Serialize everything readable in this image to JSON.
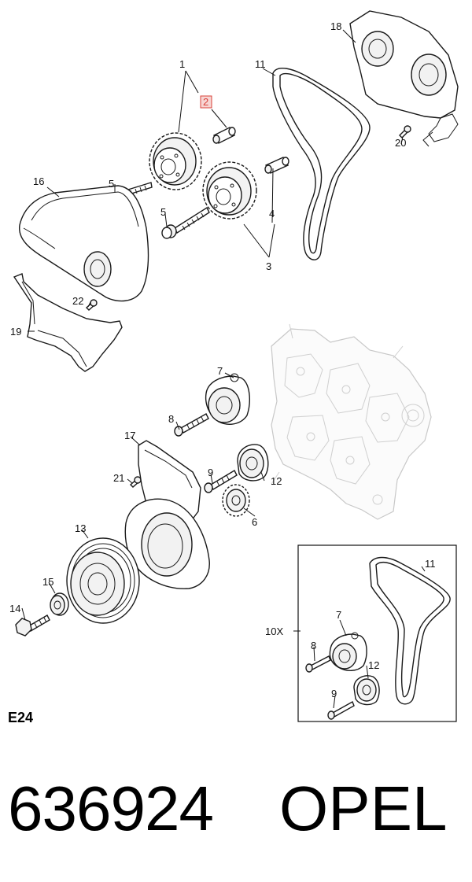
{
  "diagram": {
    "callouts": {
      "c1": "1",
      "c2": "2",
      "c3": "3",
      "c4": "4",
      "c5a": "5",
      "c5b": "5",
      "c6": "6",
      "c7a": "7",
      "c7b": "7",
      "c8a": "8",
      "c8b": "8",
      "c9a": "9",
      "c9b": "9",
      "c10x": "10X",
      "c11a": "11",
      "c11b": "11",
      "c12a": "12",
      "c12b": "12",
      "c13": "13",
      "c14": "14",
      "c15": "15",
      "c16": "16",
      "c17": "17",
      "c18": "18",
      "c19": "19",
      "c20": "20",
      "c21": "21",
      "c22": "22"
    },
    "highlighted_callout": "2",
    "highlight_color": "#d9413a",
    "highlight_fill": "#f7d6d4"
  },
  "footer": {
    "section_code": "E24",
    "part_number": "636924",
    "brand": "OPEL"
  }
}
